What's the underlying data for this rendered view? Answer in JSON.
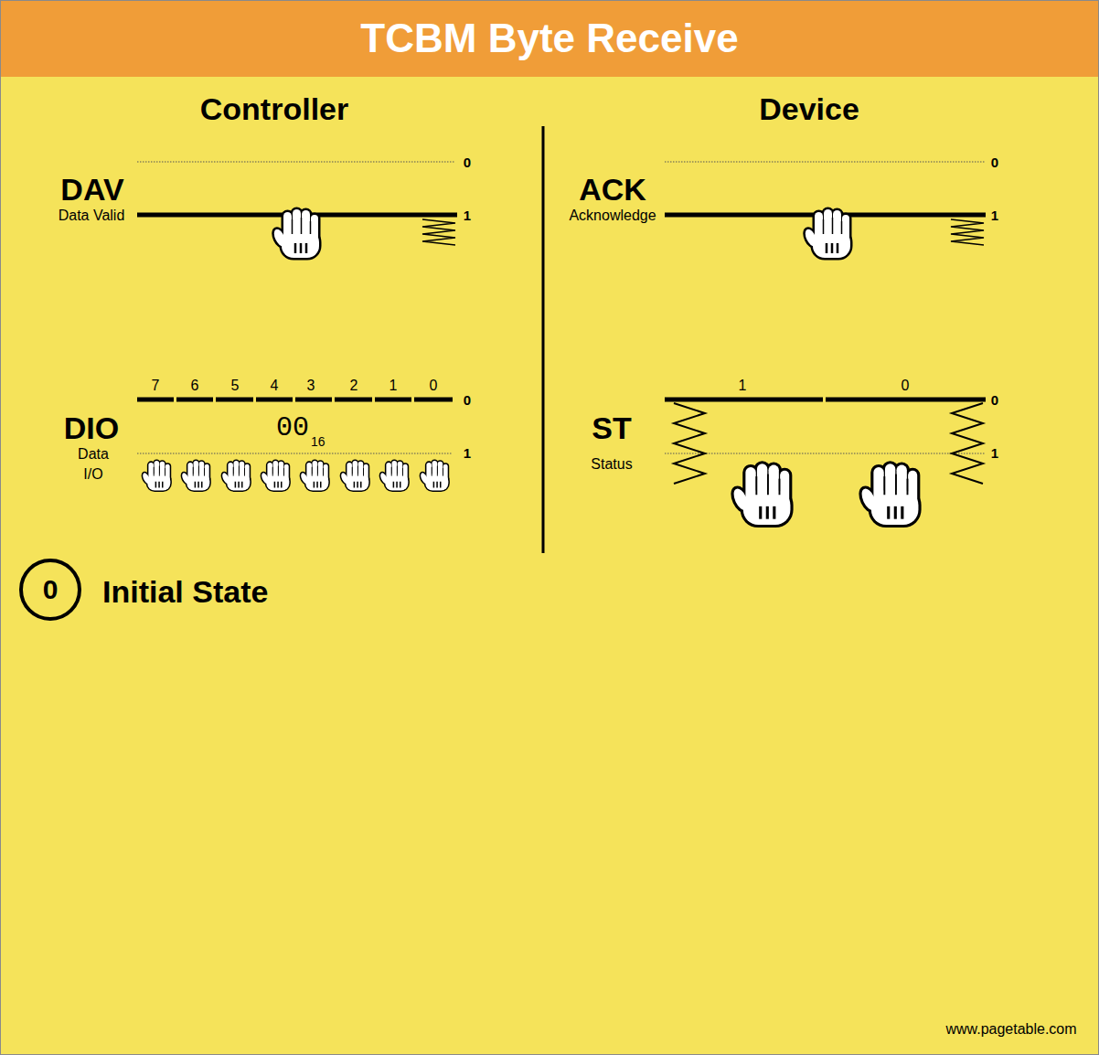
{
  "diagram": {
    "title": "TCBM Byte Receive",
    "nodes": [
      {
        "text": [
          "0"
        ]
      }
    ],
    "labels": [
      "Controller",
      "Device",
      "DAV",
      "Data Valid",
      "0",
      "1",
      "ACK",
      "Acknowledge",
      "0",
      "1",
      "7",
      "6",
      "5",
      "4",
      "3",
      "2",
      "1",
      "0",
      "0",
      "00",
      "16",
      "1",
      "DIO",
      "Data I/O",
      "1",
      "0",
      "ST",
      "Status",
      "0",
      "1",
      "Initial State",
      "www.pagetable.com"
    ]
  }
}
